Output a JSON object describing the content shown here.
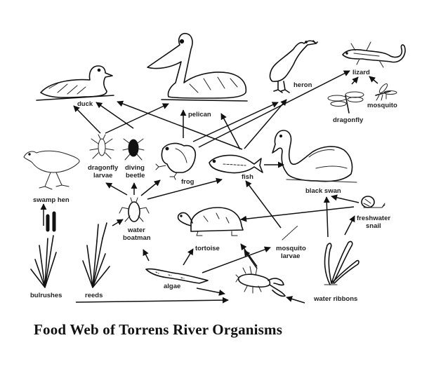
{
  "title": "Food Web of Torrens River Organisms",
  "organisms": {
    "duck": "duck",
    "pelican": "pelican",
    "heron": "heron",
    "lizard": "lizard",
    "mosquito": "mosquito",
    "dragonfly": "dragonfly",
    "dragonfly_larvae_1": "dragonfly",
    "dragonfly_larvae_2": "larvae",
    "diving_beetle_1": "diving",
    "diving_beetle_2": "beetle",
    "frog": "frog",
    "fish": "fish",
    "black_swan": "black swan",
    "swamp_hen": "swamp hen",
    "water_boatman_1": "water",
    "water_boatman_2": "boatman",
    "tortoise": "tortoise",
    "freshwater_snail_1": "freshwater",
    "freshwater_snail_2": "snail",
    "mosquito_larvae_1": "mosquito",
    "mosquito_larvae_2": "larvae",
    "bulrushes": "bulrushes",
    "reeds": "reeds",
    "algae": "algae",
    "yabby": "",
    "water_ribbons": "water ribbons"
  },
  "links": [
    {
      "from": "dragonfly larvae",
      "to": "duck"
    },
    {
      "from": "diving beetle",
      "to": "duck"
    },
    {
      "from": "fish",
      "to": "duck"
    },
    {
      "from": "dragonfly larvae",
      "to": "pelican"
    },
    {
      "from": "frog",
      "to": "pelican"
    },
    {
      "from": "fish",
      "to": "pelican"
    },
    {
      "from": "frog",
      "to": "heron"
    },
    {
      "from": "fish",
      "to": "heron"
    },
    {
      "from": "frog",
      "to": "lizard"
    },
    {
      "from": "dragonfly",
      "to": "lizard"
    },
    {
      "from": "mosquito",
      "to": "lizard"
    },
    {
      "from": "fish",
      "to": "black swan"
    },
    {
      "from": "water boatman",
      "to": "dragonfly larvae"
    },
    {
      "from": "water boatman",
      "to": "diving beetle"
    },
    {
      "from": "water boatman",
      "to": "frog"
    },
    {
      "from": "water boatman",
      "to": "fish"
    },
    {
      "from": "reeds",
      "to": "water boatman"
    },
    {
      "from": "bulrushes",
      "to": "swamp hen"
    },
    {
      "from": "algae",
      "to": "water boatman"
    },
    {
      "from": "algae",
      "to": "tortoise"
    },
    {
      "from": "algae",
      "to": "mosquito larvae"
    },
    {
      "from": "algae",
      "to": "yabby"
    },
    {
      "from": "reeds",
      "to": "yabby"
    },
    {
      "from": "water ribbons",
      "to": "yabby"
    },
    {
      "from": "yabby",
      "to": "fish"
    },
    {
      "from": "yabby",
      "to": "tortoise"
    },
    {
      "from": "freshwater snail",
      "to": "tortoise"
    },
    {
      "from": "freshwater snail",
      "to": "black swan"
    },
    {
      "from": "water ribbons",
      "to": "black swan"
    },
    {
      "from": "water ribbons",
      "to": "freshwater snail"
    },
    {
      "from": "mosquito larvae",
      "to": "fish"
    }
  ]
}
